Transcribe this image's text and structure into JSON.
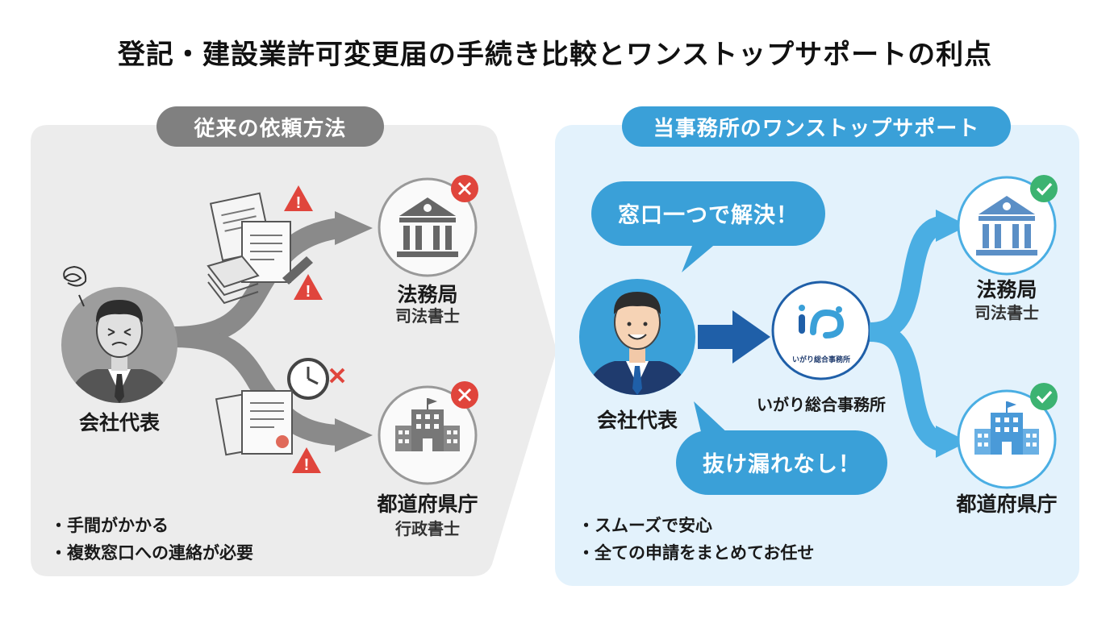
{
  "title": "登記・建設業許可変更届の手続き比較とワンストップサポートの利点",
  "left": {
    "header": "従来の依頼方法",
    "person_label": "会社代表",
    "dest1_name": "法務局",
    "dest1_sub": "司法書士",
    "dest2_name": "都道府県庁",
    "dest2_sub": "行政書士",
    "bullets": [
      "・手間がかかる",
      "・複数窓口への連絡が必要"
    ]
  },
  "right": {
    "header": "当事務所のワンストップサポート",
    "bubble_top": "窓口一つで解決！",
    "bubble_bottom": "抜け漏れなし！",
    "person_label": "会社代表",
    "office_logo_text": "いがり総合事務所",
    "office_label": "いがり総合事務所",
    "dest1_name": "法務局",
    "dest1_sub": "司法書士",
    "dest2_name": "都道府県庁",
    "bullets": [
      "・スムーズで安心",
      "・全ての申請をまとめてお任せ"
    ]
  },
  "colors": {
    "gray_panel": "#ececec",
    "blue_panel": "#e3f2fc",
    "gray_pill": "#808080",
    "blue_pill": "#3aa0d8",
    "warning_red": "#e0453c",
    "check_green": "#3cb371",
    "navy_arrow": "#1f5fa8"
  }
}
